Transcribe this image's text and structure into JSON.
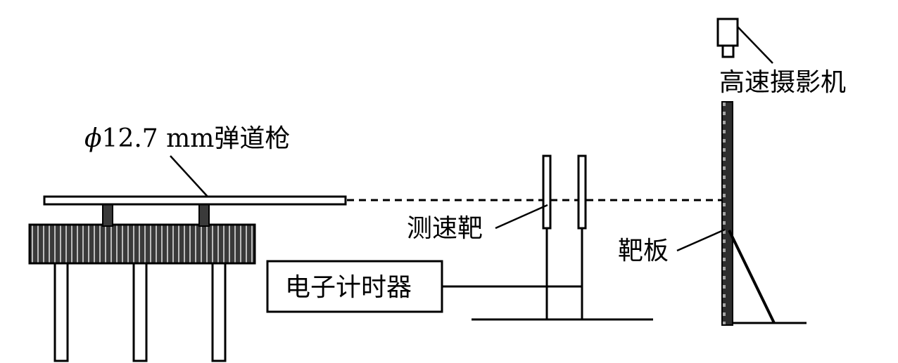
{
  "labels": {
    "gun_symbol": "ϕ",
    "gun_spec": "12.7 mm弹道枪",
    "camera": "高速摄影机",
    "velocity_screens": "测速靶",
    "target_plate": "靶板",
    "timer": "电子计时器"
  },
  "colors": {
    "stroke": "#000000",
    "dark_fill": "#3a3a3a",
    "stripe": "#bdbdbd",
    "background": "#ffffff"
  }
}
